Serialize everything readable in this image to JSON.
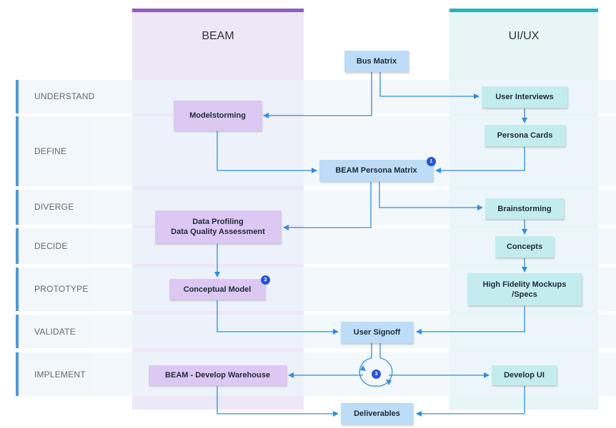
{
  "columns": {
    "beam": {
      "title": "BEAM",
      "accent": "#8e5bd1"
    },
    "uiux": {
      "title": "UI/UX",
      "accent": "#21b5b9"
    }
  },
  "bands": [
    {
      "label": "UNDERSTAND"
    },
    {
      "label": "DEFINE"
    },
    {
      "label": "DIVERGE"
    },
    {
      "label": "DECIDE"
    },
    {
      "label": "PROTOTYPE"
    },
    {
      "label": "VALIDATE"
    },
    {
      "label": "IMPLEMENT"
    }
  ],
  "nodes": {
    "bus_matrix": "Bus Matrix",
    "user_interviews": "User Interviews",
    "modelstorming": "Modelstorming",
    "persona_cards": "Persona Cards",
    "beam_persona_matrix": "BEAM Persona Matrix",
    "brainstorming": "Brainstorming",
    "data_profiling_line1": "Data Profiling",
    "data_profiling_line2": "Data Quality Assessment",
    "concepts": "Concepts",
    "conceptual_model": "Conceptual Model",
    "hifi_line1": "High Fidelity Mockups",
    "hifi_line2": "/Specs",
    "user_signoff": "User Signoff",
    "develop_warehouse": "BEAM - Develop Warehouse",
    "develop_ui": "Develop UI",
    "deliverables": "Deliverables"
  },
  "badges": {
    "one": "1",
    "two": "2",
    "three": "3"
  },
  "colors": {
    "band_accent": "#1a73c7",
    "arrow": "#2f8de0"
  }
}
